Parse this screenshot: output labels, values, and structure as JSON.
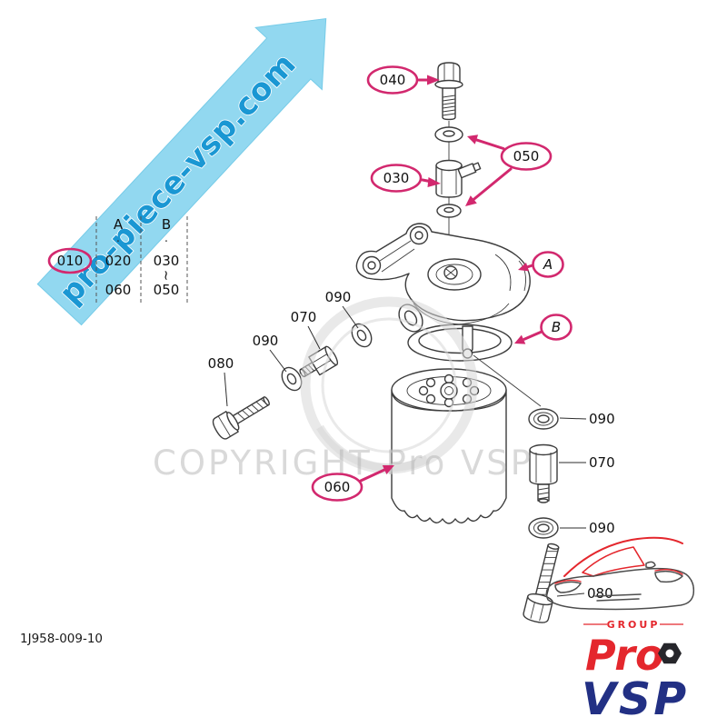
{
  "banner": {
    "text": "pro-piece-vsp.com"
  },
  "ref_table": {
    "header_a": "A",
    "header_b": "B",
    "dot": "·",
    "squiggle": "~",
    "row_key": "010",
    "a1": "020",
    "b1": "030",
    "a2": "060",
    "b2": "050"
  },
  "callouts": {
    "bolt": "040",
    "washers": "050",
    "joint": "030",
    "view_a": "A",
    "view_b": "B",
    "cartridge": "060"
  },
  "part_labels": {
    "washer": "090",
    "nipple": "070",
    "bolt": "080"
  },
  "drawing_number": "1J958-009-10",
  "watermark_text": "COPYRIGHT Pro VSP",
  "logo": {
    "group_label": "GROUP",
    "brand_top": "Pro",
    "brand_bottom": "VSP"
  },
  "colors": {
    "callout_red": "#d2286e",
    "banner_fill": "#7fd2ee",
    "banner_text": "#1a97d3",
    "logo_red": "#e4272d",
    "logo_navy": "#223084",
    "line_gray": "#3c3c3c",
    "watermark_gray": "#b5b5b5"
  }
}
